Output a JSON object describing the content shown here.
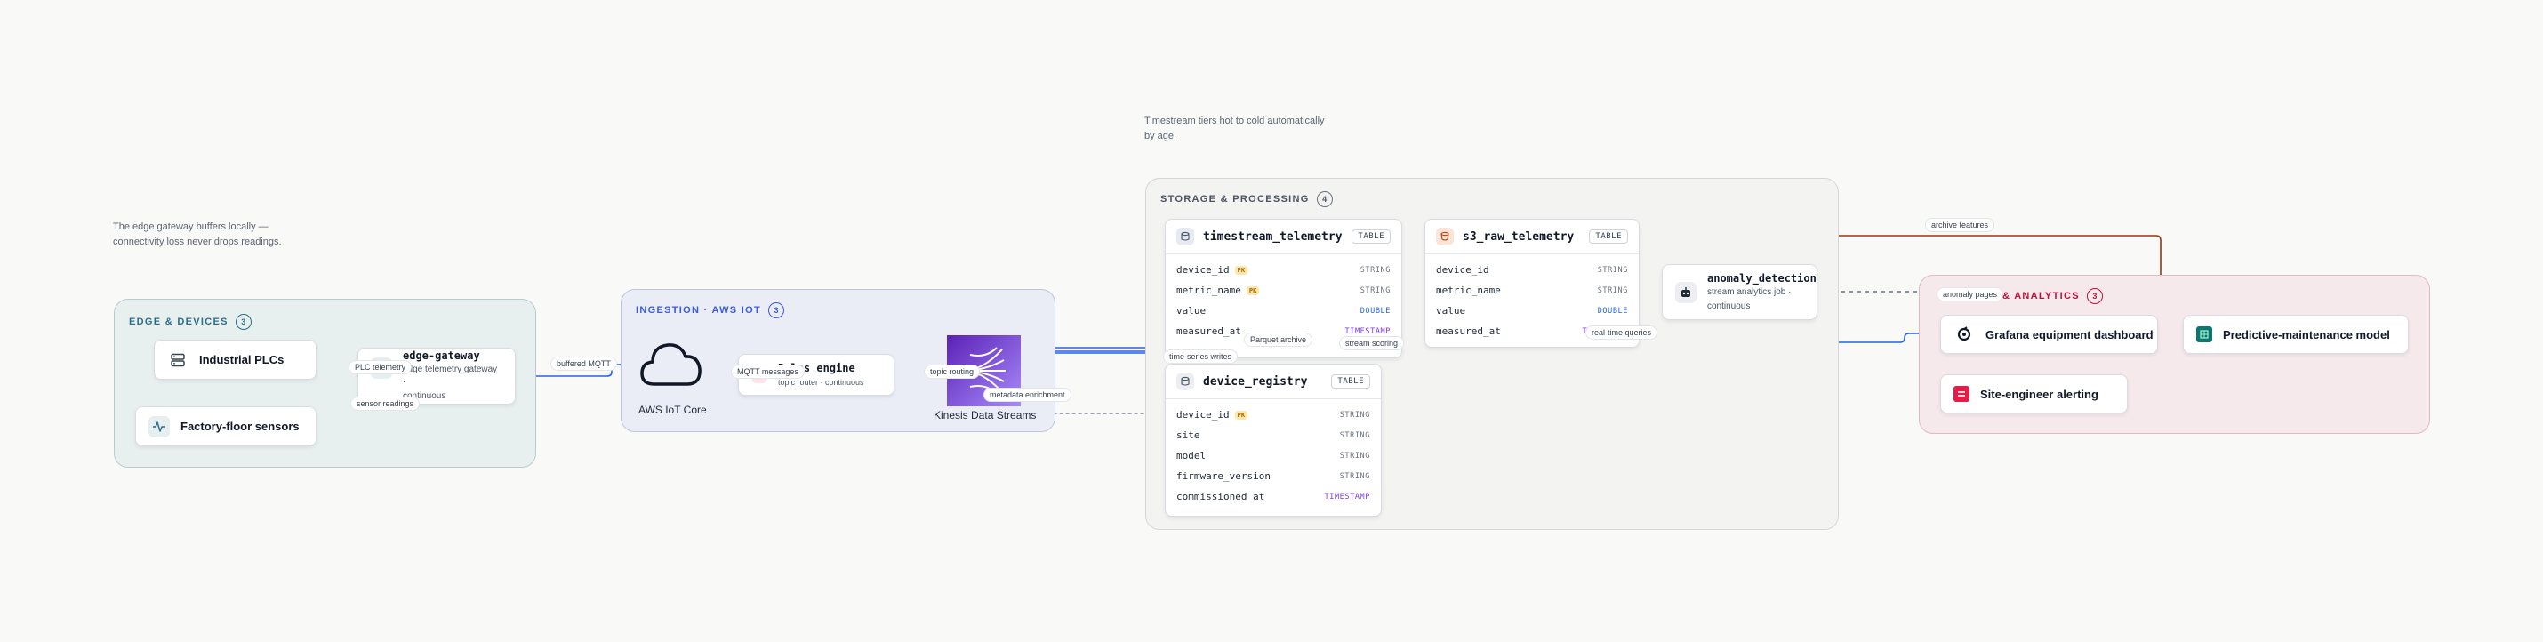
{
  "notes": {
    "edge": [
      "The edge gateway buffers locally —",
      "connectivity loss never drops readings."
    ],
    "storage": [
      "Timestream tiers hot to cold automatically",
      "by age."
    ]
  },
  "groups": {
    "edge": {
      "title": "EDGE & DEVICES",
      "count": "3",
      "color": "#2b6f8c"
    },
    "ingestion": {
      "title": "INGESTION · AWS IOT",
      "count": "3",
      "color": "#3b5bdb"
    },
    "storage": {
      "title": "STORAGE & PROCESSING",
      "count": "4",
      "color": "#4b5563"
    },
    "analytics": {
      "title": "& ANALYTICS",
      "count": "3",
      "color": "#be123c"
    }
  },
  "nodes": {
    "plcs": "Industrial PLCs",
    "sensors": "Factory-floor sensors",
    "gateway": {
      "title": "edge-gateway",
      "subtitle_1": "edge telemetry gateway ·",
      "subtitle_2": "continuous"
    },
    "iot_core": "AWS IoT Core",
    "rules_engine": {
      "title": "Rules engine",
      "subtitle": "topic router · continuous"
    },
    "kinesis": "Kinesis Data Streams",
    "anomaly": {
      "title": "anomaly_detection",
      "subtitle_1": "stream analytics job ·",
      "subtitle_2": "continuous"
    },
    "grafana": "Grafana equipment dashboard",
    "predictive": "Predictive-maintenance model",
    "alerting": "Site-engineer alerting"
  },
  "tables": {
    "timestream": {
      "name": "timestream_telemetry",
      "badge": "TABLE",
      "columns": [
        {
          "name": "device_id",
          "pk": "PK",
          "type": "STRING"
        },
        {
          "name": "metric_name",
          "pk": "PK",
          "type": "STRING"
        },
        {
          "name": "value",
          "pk": "",
          "type": "DOUBLE"
        },
        {
          "name": "measured_at",
          "pk": "",
          "type": "TIMESTAMP"
        }
      ]
    },
    "s3": {
      "name": "s3_raw_telemetry",
      "badge": "TABLE",
      "columns": [
        {
          "name": "device_id",
          "pk": "",
          "type": "STRING"
        },
        {
          "name": "metric_name",
          "pk": "",
          "type": "STRING"
        },
        {
          "name": "value",
          "pk": "",
          "type": "DOUBLE"
        },
        {
          "name": "measured_at",
          "pk": "",
          "type": "TIMESTAMP"
        }
      ]
    },
    "registry": {
      "name": "device_registry",
      "badge": "TABLE",
      "columns": [
        {
          "name": "device_id",
          "pk": "PK",
          "type": "STRING"
        },
        {
          "name": "site",
          "pk": "",
          "type": "STRING"
        },
        {
          "name": "model",
          "pk": "",
          "type": "STRING"
        },
        {
          "name": "firmware_version",
          "pk": "",
          "type": "STRING"
        },
        {
          "name": "commissioned_at",
          "pk": "",
          "type": "TIMESTAMP"
        }
      ]
    }
  },
  "edges": {
    "plc_telemetry": "PLC telemetry",
    "sensor_readings": "sensor readings",
    "buffered_mqtt": "buffered MQTT",
    "mqtt_messages": "MQTT messages",
    "topic_routing": "topic routing",
    "metadata_enrichment": "metadata enrichment",
    "time_series_writes": "time-series writes",
    "parquet_archive": "Parquet archive",
    "stream_scoring": "stream scoring",
    "real_time_queries": "real-time queries",
    "archive_features": "archive features",
    "anomaly_pages": "anomaly pages"
  },
  "colors": {
    "blue": "#2563eb",
    "dark": "#475569",
    "brown": "#9a3412",
    "kinesis": "#7c3aed"
  }
}
